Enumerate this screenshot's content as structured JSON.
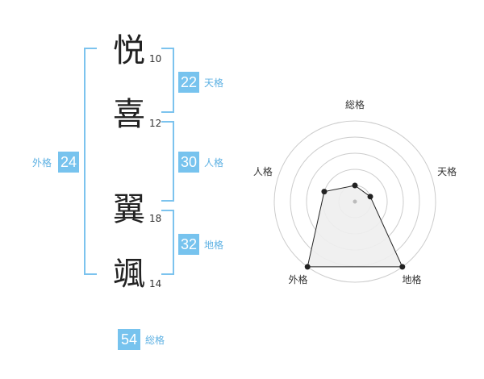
{
  "characters": [
    {
      "kanji": "悦",
      "strokes": "10"
    },
    {
      "kanji": "喜",
      "strokes": "12"
    },
    {
      "kanji": "翼",
      "strokes": "18"
    },
    {
      "kanji": "颯",
      "strokes": "14"
    }
  ],
  "kakusu": {
    "tenkaku": {
      "value": "22",
      "label": "天格"
    },
    "jinkaku": {
      "value": "30",
      "label": "人格"
    },
    "chikaku": {
      "value": "32",
      "label": "地格"
    },
    "gaikaku": {
      "value": "24",
      "label": "外格"
    },
    "soukaku": {
      "value": "54",
      "label": "総格"
    }
  },
  "radar": {
    "axes": [
      "総格",
      "天格",
      "地格",
      "外格",
      "人格"
    ],
    "levels": 5,
    "values": [
      0.2,
      0.2,
      1.0,
      1.0,
      0.4
    ],
    "colors": {
      "ring": "#cccccc",
      "fill": "#eeeeee",
      "line": "#222222",
      "dot": "#222222",
      "center": "#bbbbbb"
    }
  },
  "colors": {
    "accent": "#77c3ee",
    "bracket": "#7cc3ee",
    "label": "#5eb1e3"
  }
}
